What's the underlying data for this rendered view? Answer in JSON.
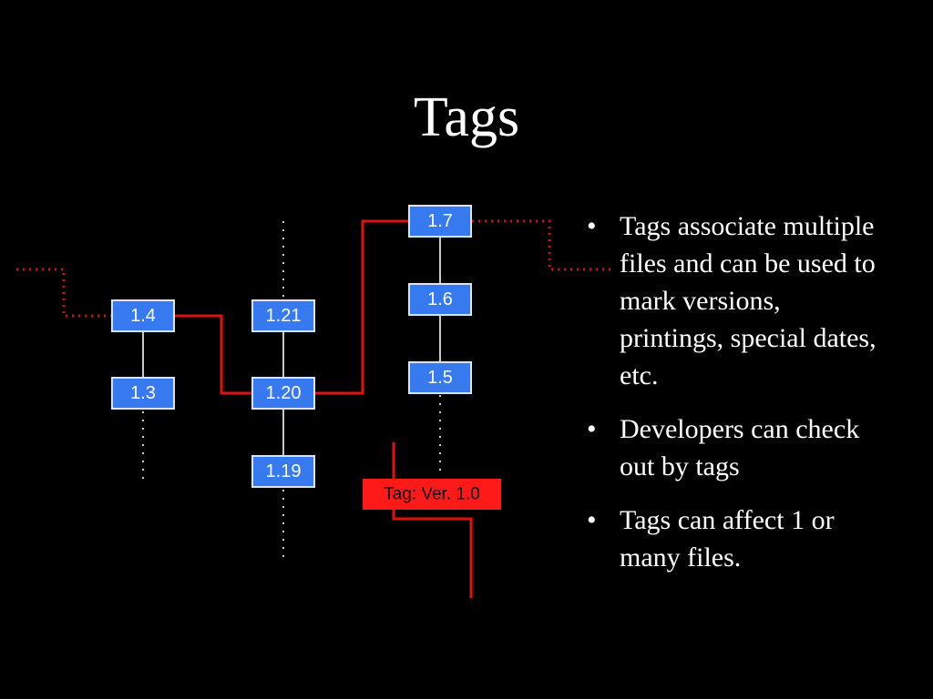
{
  "slide": {
    "title": "Tags",
    "bullets": [
      {
        "text": "Tags associate multiple files and can be used to mark versions, printings, special dates, etc."
      },
      {
        "text": "Developers can check out by tags"
      },
      {
        "text": "Tags can affect 1 or many files."
      }
    ],
    "bullet_symbol": "•"
  },
  "diagram": {
    "nodes": {
      "n_1_4": "1.4",
      "n_1_3": "1.3",
      "n_1_21": "1.21",
      "n_1_20": "1.20",
      "n_1_19": "1.19",
      "n_1_7": "1.7",
      "n_1_6": "1.6",
      "n_1_5": "1.5"
    },
    "tag_label": "Tag: Ver. 1.0",
    "colors": {
      "node_fill": "#3779ee",
      "node_border": "#d8e4ff",
      "tag_line": "#e01010",
      "tag_box": "#ff1a1a",
      "revision_line": "#c8c8c8",
      "background": "#000000"
    }
  }
}
